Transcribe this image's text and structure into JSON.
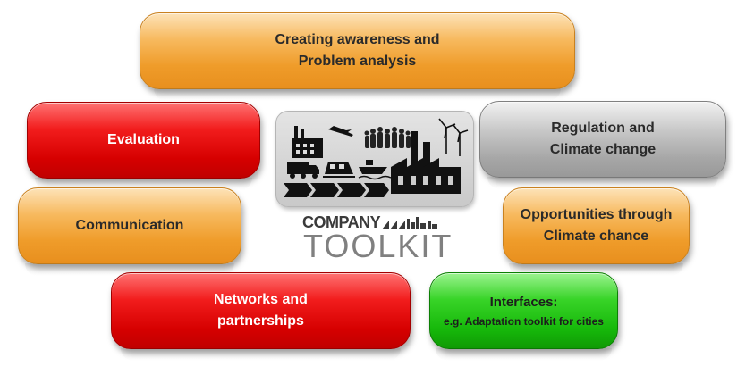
{
  "boxes": {
    "awareness": {
      "line1": "Creating awareness and",
      "line2": "Problem analysis"
    },
    "evaluation": {
      "label": "Evaluation"
    },
    "communication": {
      "label": "Communication"
    },
    "networks": {
      "line1": "Networks and",
      "line2": "partnerships"
    },
    "regulation": {
      "line1": "Regulation and",
      "line2": "Climate change"
    },
    "opportunities": {
      "line1": "Opportunities through",
      "line2": "Climate chance"
    },
    "interfaces": {
      "line1": "Interfaces:",
      "line2": "e.g. Adaptation toolkit for cities"
    }
  },
  "logo": {
    "company": "COMPANY",
    "toolkit": "TOOLKIT"
  },
  "colors": {
    "orange": "#ef9c2a",
    "red": "#d60000",
    "gray": "#a7a7a7",
    "green": "#16b80a"
  }
}
